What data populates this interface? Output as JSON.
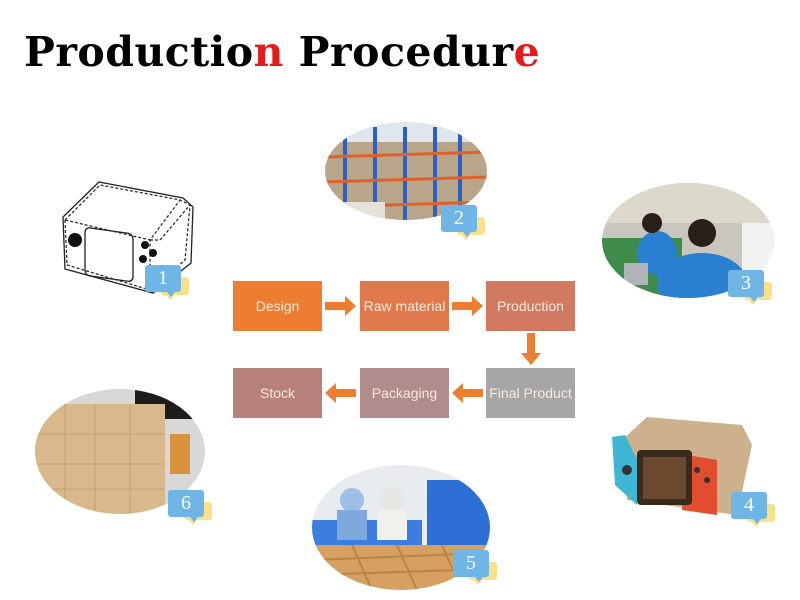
{
  "title": {
    "parts": [
      {
        "text": "Productio",
        "color": "#000000"
      },
      {
        "text": "n",
        "color": "#e31b1b"
      },
      {
        "text": " Procedur",
        "color": "#000000"
      },
      {
        "text": "e",
        "color": "#e31b1b"
      }
    ]
  },
  "flow": {
    "steps": [
      {
        "label": "Design",
        "color": "#ed7d31"
      },
      {
        "label": "Raw material",
        "color": "#e0794d"
      },
      {
        "label": "Production",
        "color": "#d27961"
      },
      {
        "label": "Final Product",
        "color": "#a6a6a6"
      },
      {
        "label": "Packaging",
        "color": "#b08c8c"
      },
      {
        "label": "Stock",
        "color": "#b8807a"
      }
    ],
    "arrow_color": "#ed7d31"
  },
  "photos": [
    {
      "number": "1",
      "subject": "line-drawing-of-handheld-console-cat-scratcher"
    },
    {
      "number": "2",
      "subject": "warehouse-racks-with-raw-cardboard"
    },
    {
      "number": "3",
      "subject": "workers-on-production-line"
    },
    {
      "number": "4",
      "subject": "finished-console-shaped-cat-scratcher"
    },
    {
      "number": "5",
      "subject": "workers-packing-boxes"
    },
    {
      "number": "6",
      "subject": "stacked-cartons-in-stock"
    }
  ]
}
